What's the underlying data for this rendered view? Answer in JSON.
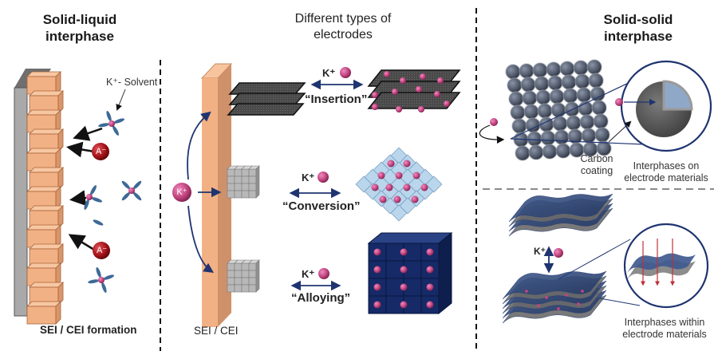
{
  "panels": {
    "left": {
      "title_line1": "Solid-liquid",
      "title_line2": "interphase",
      "solvent_label": "K⁺- Solvent",
      "anion_label": "A⁻",
      "footer": "SEI / CEI formation"
    },
    "middle": {
      "title_line1": "Different types of",
      "title_line2": "electrodes",
      "ion_label": "K⁺",
      "footer": "SEI / CEI",
      "mechanisms": [
        {
          "ion": "K⁺",
          "label": "“Insertion”"
        },
        {
          "ion": "K⁺",
          "label": "“Conversion”"
        },
        {
          "ion": "K⁺",
          "label": "“Alloying”"
        }
      ]
    },
    "right": {
      "title_line1": "Solid-solid",
      "title_line2": "interphase",
      "top": {
        "coating_line1": "Carbon",
        "coating_line2": "coating",
        "caption_line1": "Interphases on",
        "caption_line2": "electrode materials"
      },
      "bottom": {
        "ion": "K⁺",
        "caption_line1": "Interphases within",
        "caption_line2": "electrode materials"
      }
    }
  },
  "colors": {
    "sei_orange": "#f2b184",
    "sei_orange_dark": "#c98a5e",
    "potassium": "#c2457f",
    "anion_red": "#a8141b",
    "navy": "#1f3470",
    "graphite": "#555555",
    "conversion_blue": "#b9d6ec",
    "alloy_navy": "#152a66"
  }
}
